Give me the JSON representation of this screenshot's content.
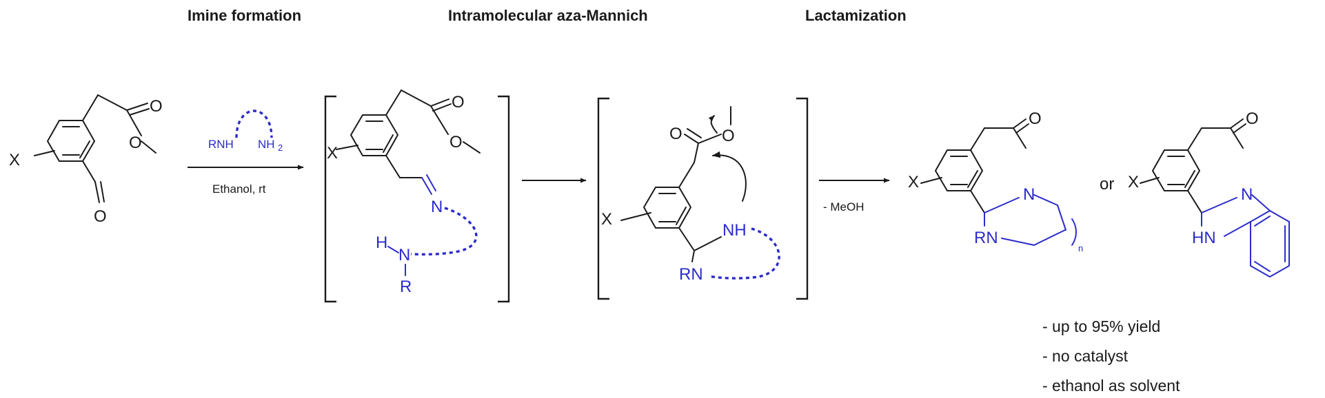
{
  "headings": {
    "imine": "Imine formation",
    "mannich": "Intramolecular aza-Mannich",
    "lactam": "Lactamization"
  },
  "reagent": {
    "amine_left": "RNH",
    "amine_right": "NH",
    "amine_sub": "2",
    "condition": "Ethanol, rt"
  },
  "byproduct": "- MeOH",
  "or_label": "or",
  "atoms": {
    "x": "X",
    "o": "O",
    "n": "N",
    "h": "H",
    "r": "R",
    "nh": "NH",
    "rn": "RN",
    "hn": "HN",
    "n_sub": "n"
  },
  "notes": [
    "- up to 95% yield",
    "- no catalyst",
    "- ethanol as solvent"
  ]
}
